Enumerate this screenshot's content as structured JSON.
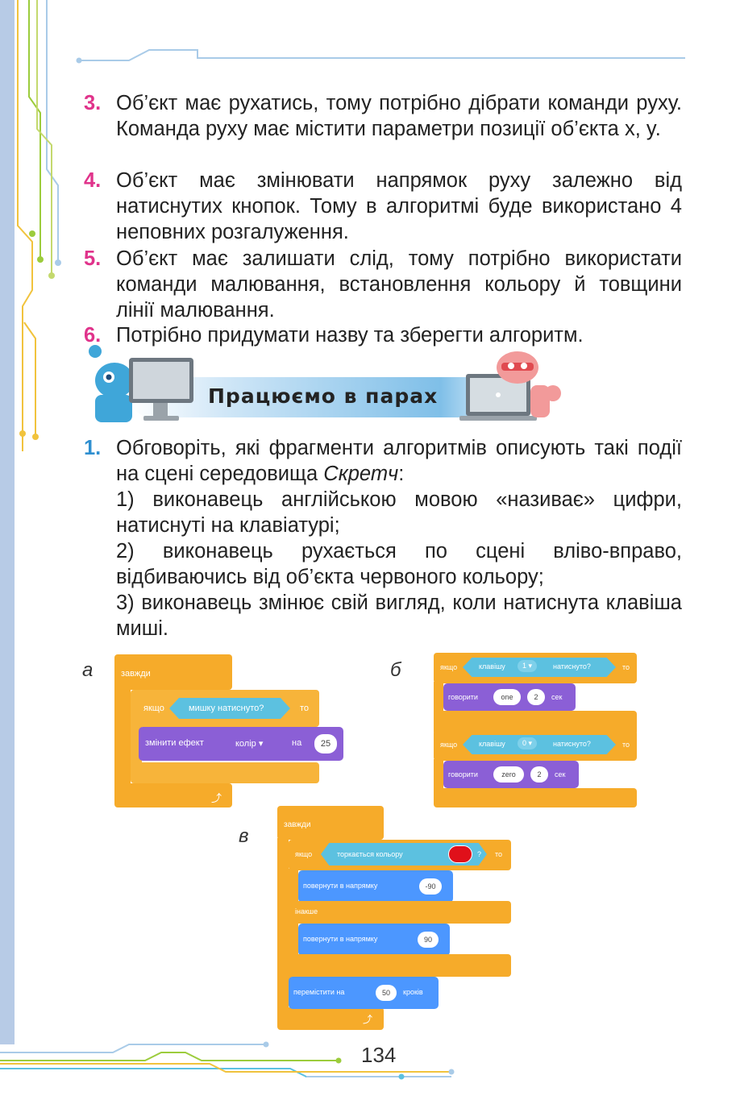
{
  "tasks_top": [
    {
      "num": "3.",
      "text": "Об’єкт має рухатись, тому потрібно дібрати команди руху. Команда руху має містити параметри позиції об’єкта x, y."
    },
    {
      "num": "4.",
      "text": "Об’єкт має змінювати напрямок руху залежно від натиснутих кнопок. Тому в алгоритмі буде використано 4 неповних розгалуження."
    },
    {
      "num": "5.",
      "text": "Об’єкт має залишати слід, тому потрібно використати команди малювання, встановлення кольору й товщини лінії малювання."
    },
    {
      "num": "6.",
      "text": "Потрібно придумати назву та зберегти алгоритм."
    }
  ],
  "banner": {
    "title": "Працюємо в парах"
  },
  "task_pair": {
    "num": "1.",
    "intro_a": "Обговоріть, які фрагменти алгоритмів описують такі події на сцені середовища ",
    "intro_italic": "Скретч",
    "intro_b": ":",
    "items": [
      "1) виконавець англійською мовою «називає» цифри, натиснуті на клавіатурі;",
      "2) виконавець рухається по сцені вліво-вправо, відбиваючись від об’єкта червоного кольору;",
      "3) виконавець змінює свій вигляд, коли натиснута клавіша миші."
    ]
  },
  "scripts": {
    "a": {
      "label": "а",
      "forever": "завжди",
      "if": "якщо",
      "cond": "мишку натиснуто?",
      "then": "то",
      "cmd": "змінити ефект",
      "effect": "колір ▾",
      "by": "на",
      "value": "25"
    },
    "b": {
      "label": "б",
      "if": "якщо",
      "key": "клавішу",
      "pressed": "натиснуто?",
      "then": "то",
      "say": "говорити",
      "sec": "сек",
      "rows": [
        {
          "key_value": "1 ▾",
          "word": "one",
          "secs": "2"
        },
        {
          "key_value": "0 ▾",
          "word": "zero",
          "secs": "2"
        }
      ]
    },
    "v": {
      "label": "в",
      "forever": "завжди",
      "if": "якщо",
      "touch": "торкається кольору",
      "q": "?",
      "then": "то",
      "turn": "повернути в напрямку",
      "turn1": "-90",
      "else": "інакше",
      "turn2": "90",
      "move": "перемістити на",
      "steps_val": "50",
      "steps": "кроків"
    }
  },
  "colors": {
    "event": "#f6ab2a",
    "sensing": "#5cc1e0",
    "looks": "#8b5fd6",
    "motion": "#4c97ff",
    "touch_color": "#e0101a"
  },
  "page_number": "134"
}
